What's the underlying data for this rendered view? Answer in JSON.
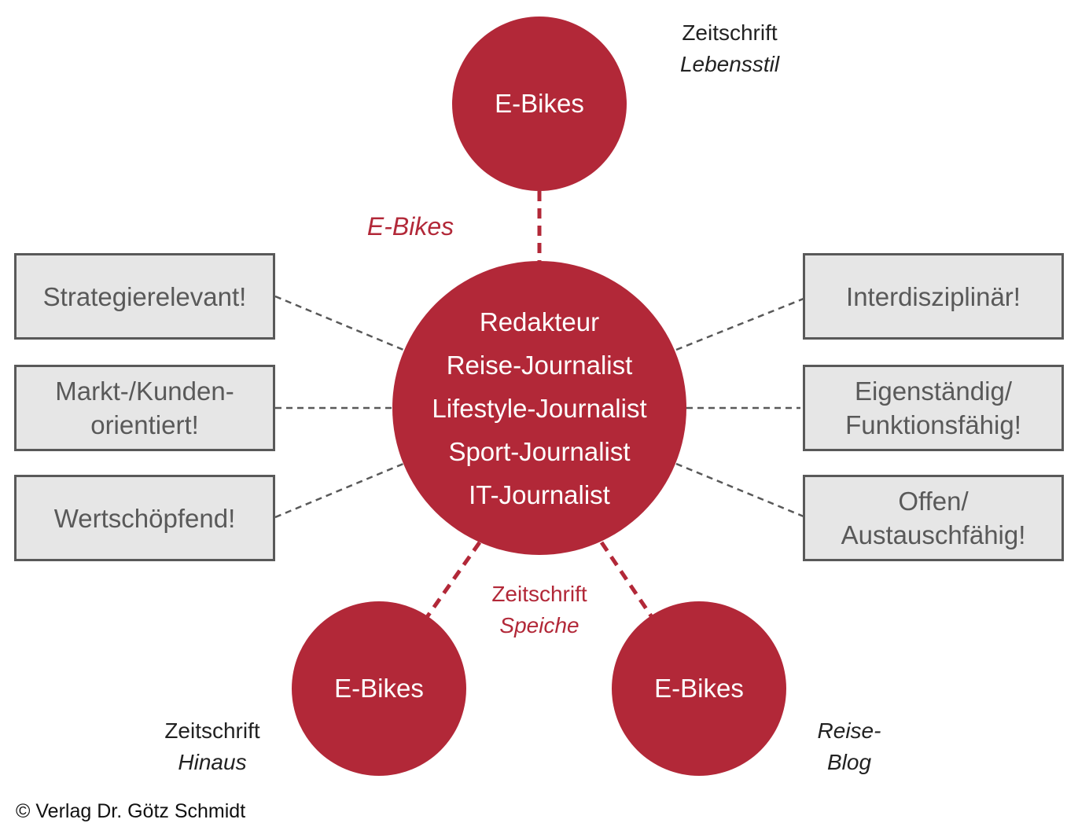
{
  "colors": {
    "accent": "#b22838",
    "box_fill": "#e6e6e6",
    "box_border": "#595959",
    "connector_gray": "#595959"
  },
  "center_circle": {
    "lines": [
      "Redakteur",
      "Reise-Journalist",
      "Lifestyle-Journalist",
      "Sport-Journalist",
      "IT-Journalist"
    ]
  },
  "satellites": [
    {
      "id": "top",
      "text": "E-Bikes",
      "caption": {
        "line1": "Zeitschrift",
        "line2": "Lebensstil"
      }
    },
    {
      "id": "bottom-left",
      "text": "E-Bikes",
      "caption": {
        "line1": "Zeitschrift",
        "line2": "Hinaus"
      }
    },
    {
      "id": "bottom-right",
      "text": "E-Bikes",
      "caption": {
        "line1": "Reise-",
        "line2": "Blog"
      }
    }
  ],
  "link_labels": {
    "top": "E-Bikes",
    "bottom": {
      "line1": "Zeitschrift",
      "line2": "Speiche"
    }
  },
  "left_boxes": [
    {
      "lines": [
        "Strategierelevant!"
      ]
    },
    {
      "lines": [
        "Markt-/Kunden-",
        "orientiert!"
      ]
    },
    {
      "lines": [
        "Wertschöpfend!"
      ]
    }
  ],
  "right_boxes": [
    {
      "lines": [
        "Interdisziplinär!"
      ]
    },
    {
      "lines": [
        "Eigenständig/",
        "Funktionsfähig!"
      ]
    },
    {
      "lines": [
        "Offen/",
        "Austauschfähig!"
      ]
    }
  ],
  "footer": {
    "copyright": "© Verlag Dr. Götz Schmidt"
  }
}
